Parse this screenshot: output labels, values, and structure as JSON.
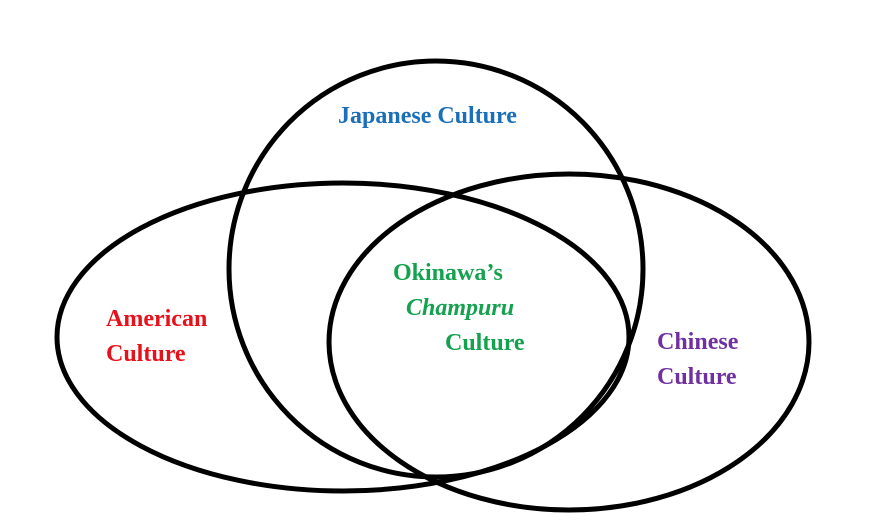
{
  "diagram": {
    "type": "venn",
    "stroke_color": "#000000",
    "sets": {
      "japanese": {
        "label": "Japanese Culture",
        "color": "#1a6fb8"
      },
      "american": {
        "line1": "American",
        "line2": "Culture",
        "color": "#e8101a"
      },
      "chinese": {
        "line1": "Chinese",
        "line2": "Culture",
        "color": "#7030a0"
      }
    },
    "intersection": {
      "line1": "Okinawa’s",
      "line2": "Champuru",
      "line3": "Culture",
      "color": "#14a24f"
    }
  }
}
